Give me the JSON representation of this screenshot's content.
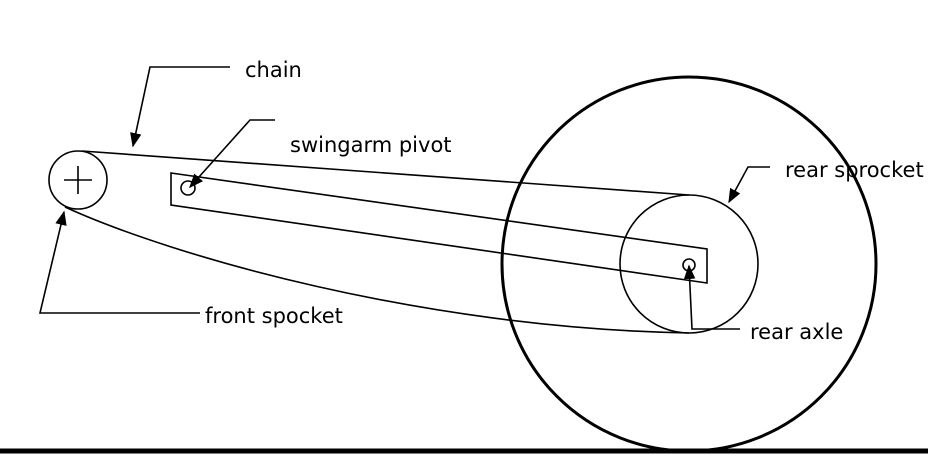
{
  "labels": {
    "chain": "chain",
    "swingarm_pivot": "swingarm pivot",
    "rear_sprocket": "rear sprocket",
    "front_spocket": "front spocket",
    "rear_axle": "rear axle"
  },
  "colors": {
    "stroke": "#000000",
    "background": "#ffffff"
  }
}
